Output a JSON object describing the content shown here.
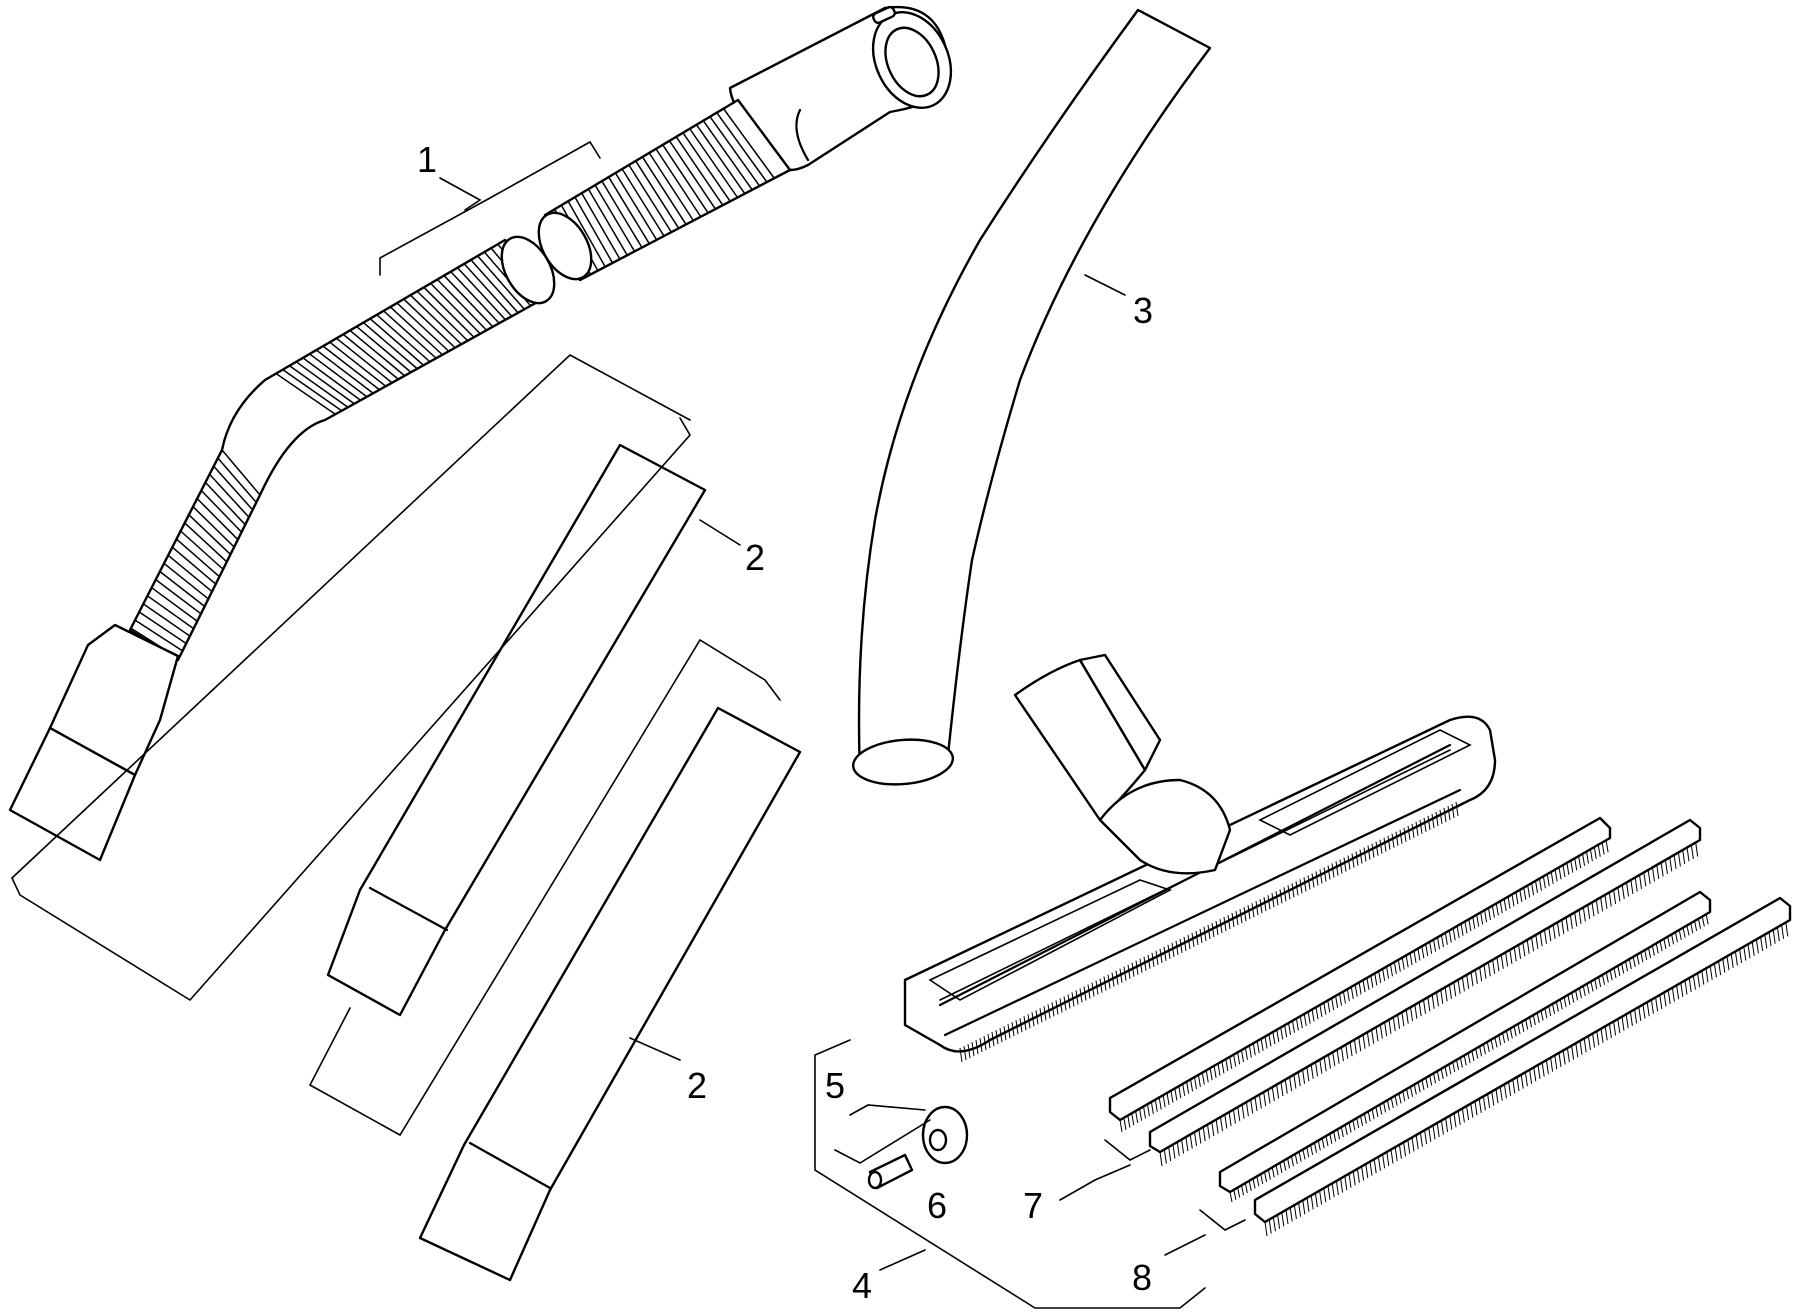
{
  "callouts": {
    "c1": "1",
    "c2a": "2",
    "c2b": "2",
    "c3": "3",
    "c4": "4",
    "c5": "5",
    "c6": "6",
    "c7": "7",
    "c8": "8"
  }
}
